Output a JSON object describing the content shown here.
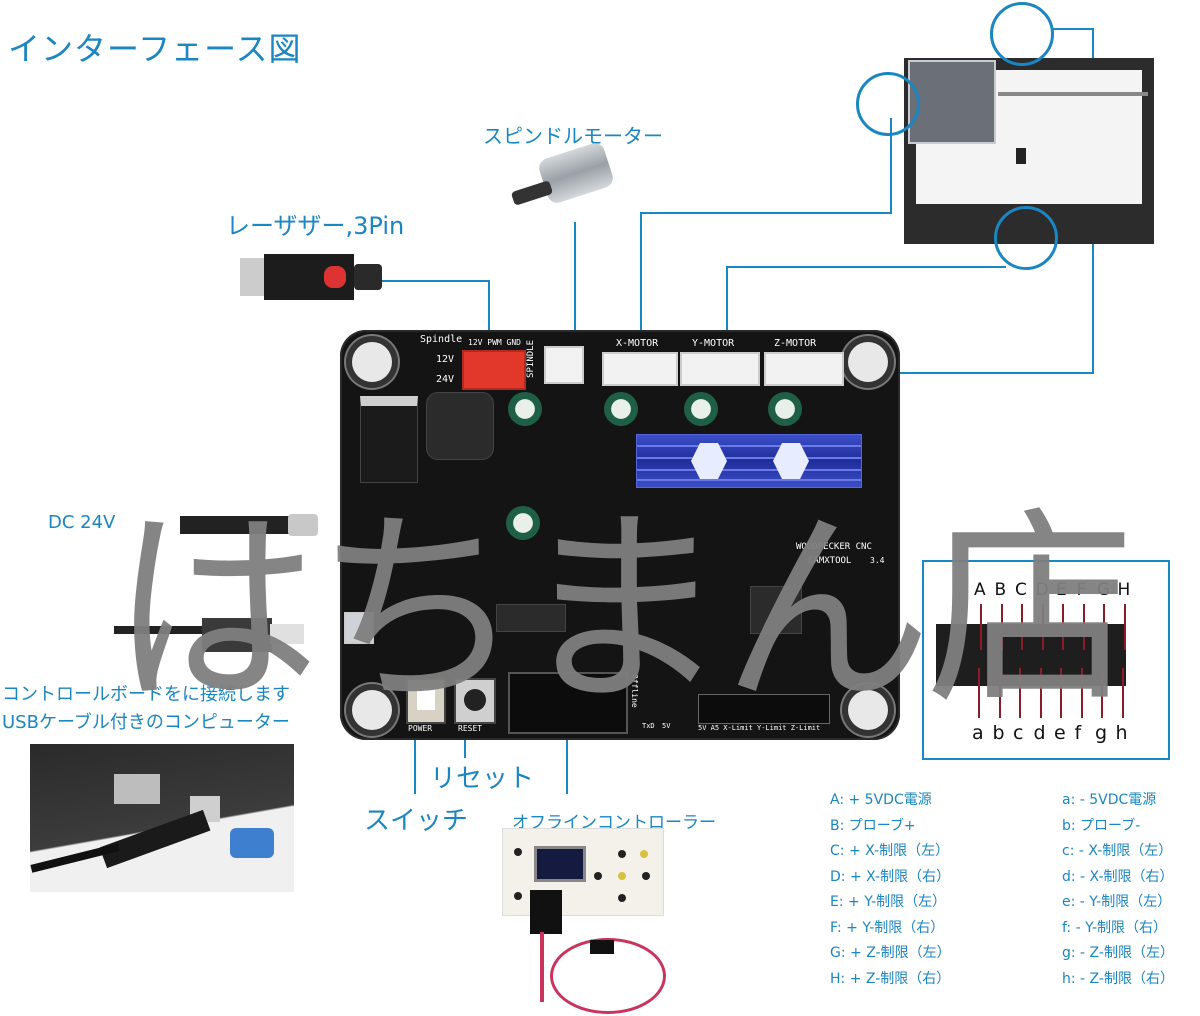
{
  "title": "インターフェース図",
  "labels": {
    "spindle_motor": "スピンドルモーター",
    "laser": "レーザザー,3Pin",
    "dc_power": "DC 24V",
    "usb_line1": "コントロールボードをに接続します",
    "usb_line2": "USBケーブル付きのコンピューター",
    "reset": "リセット",
    "switch": "スイッチ",
    "offline_controller": "オフラインコントローラー"
  },
  "board": {
    "connectors": {
      "laser_pins": "12V PWM GND",
      "spindle": "SPINDLE",
      "x_motor": "X-MOTOR",
      "y_motor": "Y-MOTOR",
      "z_motor": "Z-MOTOR",
      "offline": "Offline"
    },
    "spindle_jumpers": [
      "Spindle",
      "12V",
      "24V"
    ],
    "brand_line1": "WOODPECKER CNC",
    "brand_line2": "CAMXTOOL",
    "version": "3.4",
    "buttons": {
      "power": "POWER",
      "reset": "RESET"
    },
    "leds": [
      "TxD",
      "5V"
    ],
    "limit_header": "5V  A5  X-Limit  Y-Limit  Z-Limit"
  },
  "pin_diagram": {
    "top_letters": [
      "A",
      "B",
      "C",
      "D",
      "E",
      "F",
      "G",
      "H"
    ],
    "bottom_letters": [
      "a",
      "b",
      "c",
      "d",
      "e",
      "f",
      "g",
      "h"
    ]
  },
  "legend_upper": [
    "A: + 5VDC電源",
    "B: プローブ+",
    "C: + X-制限（左）",
    "D: + X-制限（右）",
    "E: + Y-制限（左）",
    "F: + Y-制限（右）",
    "G: + Z-制限（左）",
    "H: + Z-制限（右）"
  ],
  "legend_lower": [
    "a: - 5VDC電源",
    "b: プローブ-",
    "c: - X-制限（左）",
    "d: - X-制限（右）",
    "e: - Y-制限（左）",
    "f: - Y-制限（右）",
    "g: - Z-制限（左）",
    "h: - Z-制限（右）"
  ],
  "watermark": "はちまん店",
  "colors": {
    "accent": "#1a86c2",
    "board": "#141414",
    "heatsink": "#2b3db8",
    "arrow": "#8b1c2a"
  }
}
